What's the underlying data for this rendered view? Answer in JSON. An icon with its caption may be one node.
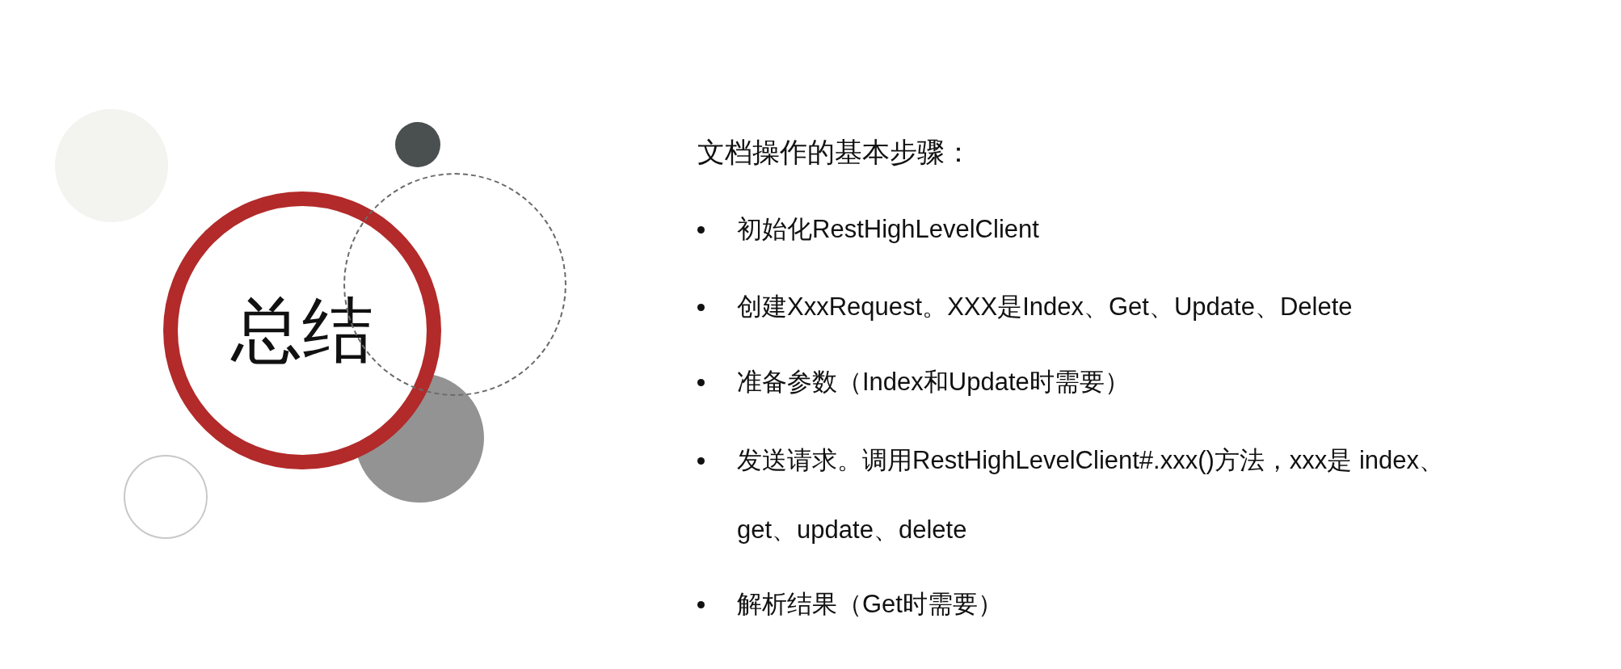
{
  "diagram": {
    "title": "文档操作的基本步骤：",
    "nodes": [
      {
        "text": [
          "总结"
        ]
      },
      {
        "text": [],
        "shape": "circle"
      },
      {
        "text": [],
        "shape": "circle"
      },
      {
        "text": [],
        "shape": "circle"
      },
      {
        "text": [],
        "shape": "circle"
      },
      {
        "text": [],
        "shape": "circle"
      }
    ],
    "labels": [
      "初始化RestHighLevelClient",
      "创建XxxRequest。XXX是Index、Get、Update、Delete",
      "准备参数（Index和Update时需要）",
      "发送请求。调用RestHighLevelClient#.xxx()方法，xxx是 index、get、update、delete",
      "解析结果（Get时需要）"
    ]
  }
}
